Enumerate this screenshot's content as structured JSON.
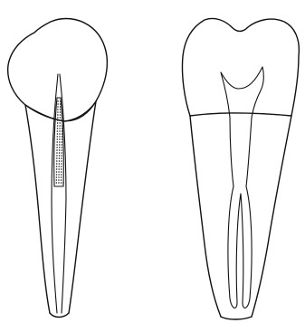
{
  "figure": {
    "background_color": "#ffffff",
    "line_color": "#111111",
    "teeth": [
      {
        "name": "left-tooth",
        "view": "single-root",
        "canal_filled": true
      },
      {
        "name": "right-tooth",
        "view": "bifurcated-canal",
        "canal_filled": false
      }
    ]
  }
}
